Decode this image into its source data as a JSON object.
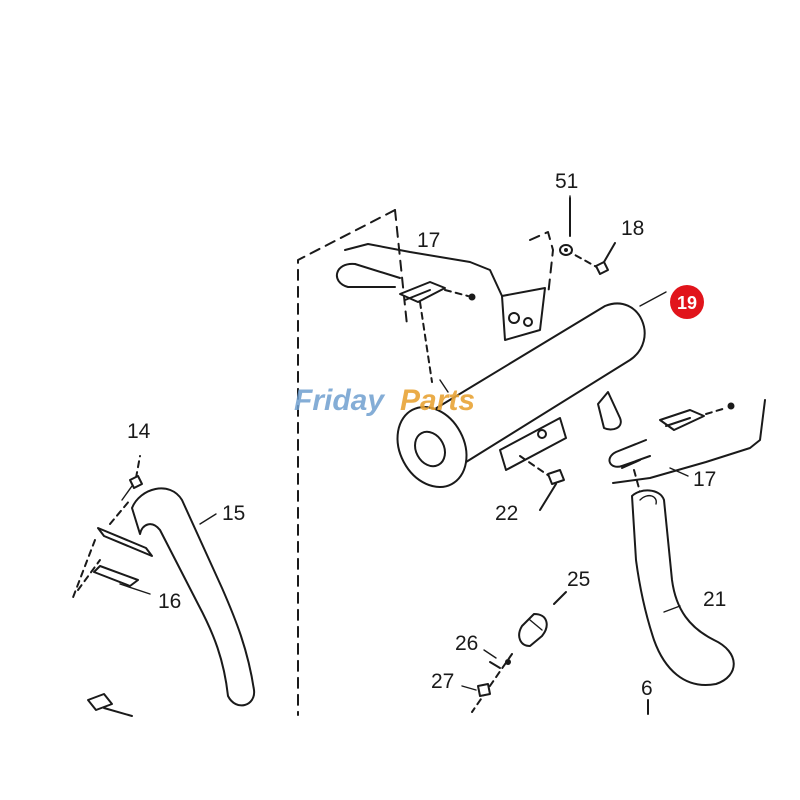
{
  "watermark": {
    "part1": "Friday",
    "part2": "Parts"
  },
  "callouts": {
    "c51": "51",
    "c18": "18",
    "c17a": "17",
    "c19": "19",
    "c17b": "17",
    "c14": "14",
    "c15": "15",
    "c16": "16",
    "c22": "22",
    "c25": "25",
    "c21": "21",
    "c26": "26",
    "c27": "27",
    "c6": "6"
  },
  "highlight_color": "#e1141b"
}
